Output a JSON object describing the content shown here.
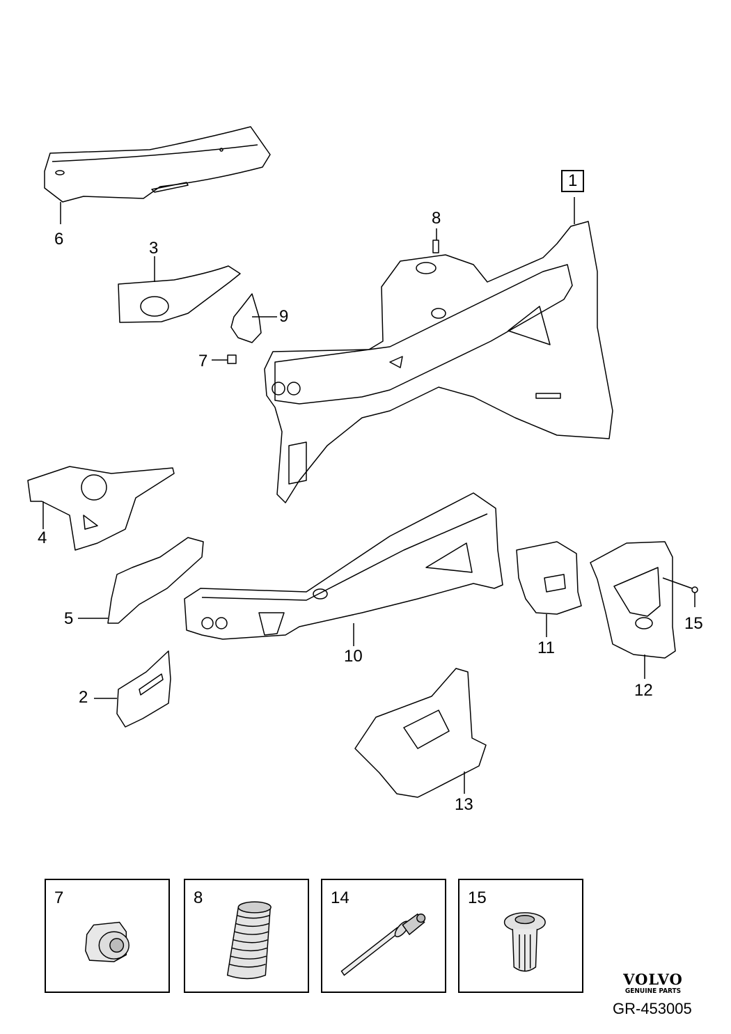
{
  "callouts": {
    "c1": "1",
    "c2": "2",
    "c3": "3",
    "c4": "4",
    "c5": "5",
    "c6": "6",
    "c7": "7",
    "c8": "8",
    "c9": "9",
    "c10": "10",
    "c11": "11",
    "c12": "12",
    "c13": "13",
    "c15": "15"
  },
  "details": [
    "7",
    "8",
    "14",
    "15"
  ],
  "brand": {
    "name": "VOLVO",
    "subtitle": "GENUINE PARTS"
  },
  "reference": "GR-453005"
}
